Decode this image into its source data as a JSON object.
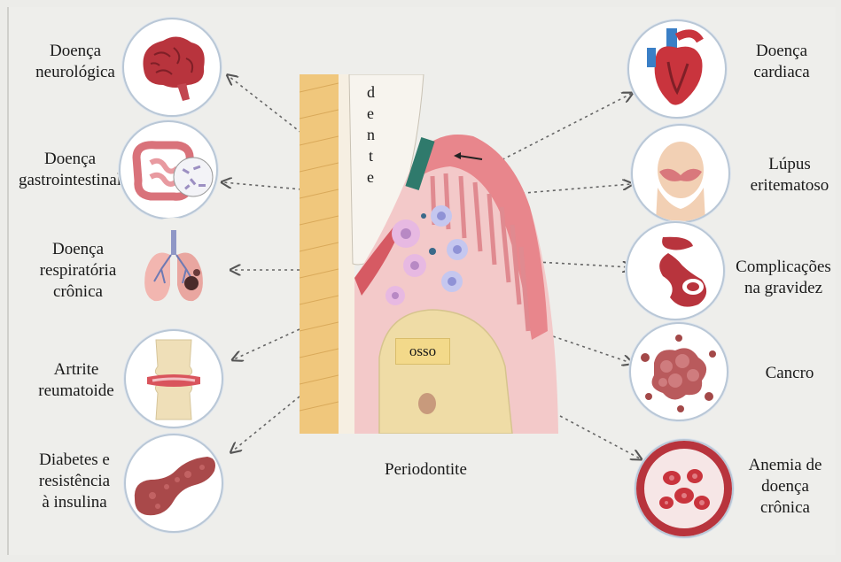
{
  "center": {
    "tooth_letters": [
      "d",
      "e",
      "n",
      "t",
      "e"
    ],
    "bone_label": "osso",
    "caption": "Periodontite"
  },
  "left_items": [
    {
      "lines": [
        "Doença",
        "neurológica"
      ],
      "icon": "brain-icon"
    },
    {
      "lines": [
        "Doença",
        "gastrointestinal"
      ],
      "icon": "intestine-icon"
    },
    {
      "lines": [
        "Doença",
        "respiratória",
        "crônica"
      ],
      "icon": "lungs-icon"
    },
    {
      "lines": [
        "Artrite",
        "reumatoide"
      ],
      "icon": "joint-icon"
    },
    {
      "lines": [
        "Diabetes e",
        "resistência",
        "à insulina"
      ],
      "icon": "pancreas-icon"
    }
  ],
  "right_items": [
    {
      "lines": [
        "Doença",
        "cardiaca"
      ],
      "icon": "heart-icon"
    },
    {
      "lines": [
        "Lúpus",
        "eritematoso"
      ],
      "icon": "lupus-face-icon"
    },
    {
      "lines": [
        "Complicações",
        "na gravidez"
      ],
      "icon": "pregnancy-icon"
    },
    {
      "lines": [
        "Cancro"
      ],
      "icon": "cancer-cells-icon"
    },
    {
      "lines": [
        "Anemia de",
        "doença",
        "crônica"
      ],
      "icon": "blood-cells-icon"
    }
  ],
  "colors": {
    "background": "#eeeeeb",
    "gum": "#e8868c",
    "gum_light": "#f3c9c9",
    "tooth_enamel": "#f7f4ee",
    "tooth_root": "#f0c77c",
    "bone": "#f3d98a",
    "icon_red": "#b8343d",
    "circle_border": "#b9c7d6"
  }
}
